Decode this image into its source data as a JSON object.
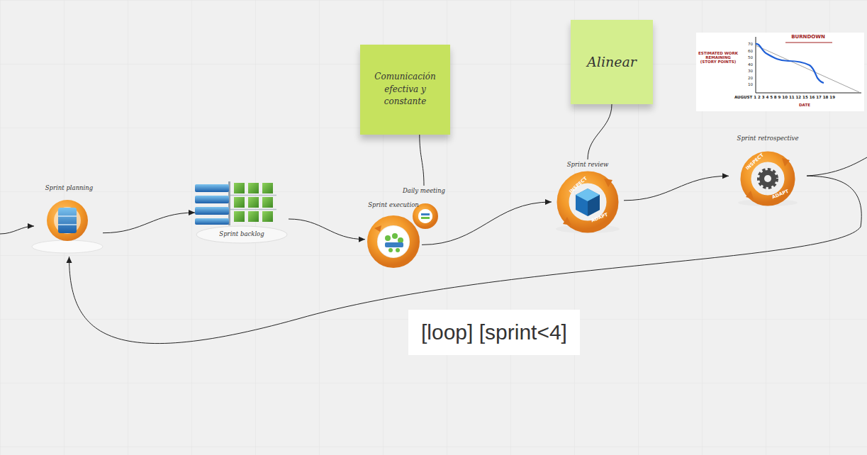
{
  "diagram": {
    "nodes": [
      {
        "text": [
          "Sprint planning"
        ]
      },
      {
        "text": [
          "Sprint backlog"
        ]
      },
      {
        "text": [
          "Sprint execution"
        ]
      },
      {
        "text": [
          "Daily meeting"
        ]
      },
      {
        "text": [
          "Sprint review"
        ]
      },
      {
        "text": [
          "Sprint retrospective"
        ]
      },
      {
        "text": [
          "Comunicación efectiva y constante"
        ]
      },
      {
        "text": [
          "Alinear"
        ]
      }
    ],
    "edges": [
      {
        "from": 0,
        "to": 1,
        "arrow": "to"
      },
      {
        "from": 1,
        "to": 2,
        "arrow": "to"
      },
      {
        "from": 2,
        "to": 4,
        "arrow": "to"
      },
      {
        "from": 4,
        "to": 5,
        "arrow": "to"
      },
      {
        "from": 5,
        "to": 0,
        "arrow": "to",
        "label": "[loop] [sprint<4]"
      },
      {
        "from": 6,
        "to": 3,
        "arrow": "none"
      },
      {
        "from": 7,
        "to": 4,
        "arrow": "none"
      }
    ],
    "labels": [
      "BURNDOWN",
      "ESTIMATED WORK REMAINING (STORY POINTS)",
      "70",
      "60",
      "50",
      "40",
      "30",
      "20",
      "10",
      "AUGUST 1 2 3 4 5 8 9 10 11 12 15 16 17 18 19",
      "DATE",
      "INSPECT",
      "ADAPT",
      "INSPECT",
      "ADAPT"
    ]
  }
}
